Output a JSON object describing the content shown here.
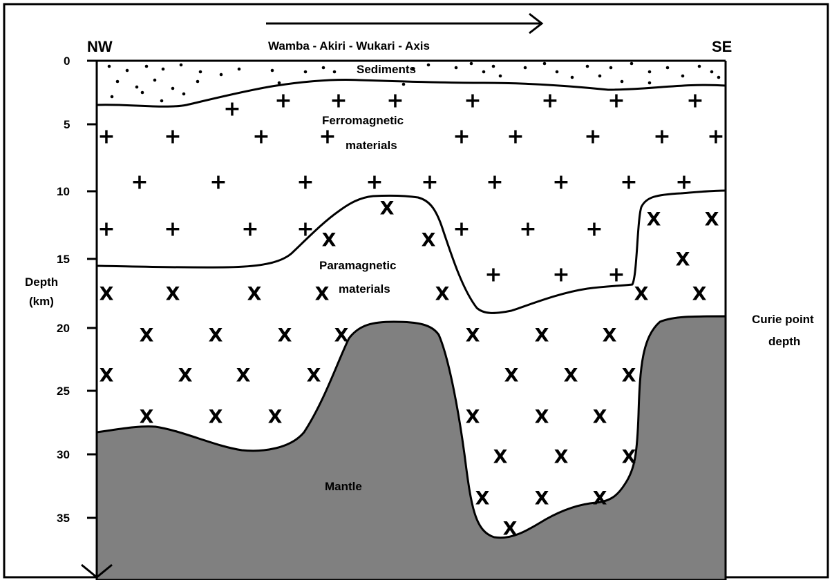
{
  "diagram": {
    "header": {
      "left": "NW",
      "right": "SE",
      "profile": "Wamba -  Akiri -  Wukari - Axis"
    },
    "axis": {
      "label_line1": "Depth",
      "label_line2": "(km)",
      "ticks": [
        "0",
        "5",
        "10",
        "15",
        "20",
        "25",
        "30",
        "35"
      ]
    },
    "layers": {
      "sediments": "Sediments",
      "ferro_line1": "Ferromagnetic",
      "ferro_line2": "materials",
      "para_line1": "Paramagnetic",
      "para_line2": "materials",
      "mantle": "Mantle",
      "curie_line1": "Curie point",
      "curie_line2": "depth"
    },
    "symbols": {
      "plus": "+",
      "x": "X"
    },
    "colors": {
      "mantle_fill": "#808080",
      "line": "#000000",
      "background": "#ffffff"
    }
  }
}
